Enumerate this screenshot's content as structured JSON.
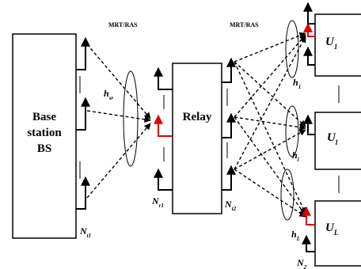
{
  "bs": {
    "line1": "Base",
    "line2": "station",
    "line3": "BS"
  },
  "relay": {
    "label": "Relay"
  },
  "labels": {
    "mrt_left": "MRT/RAS",
    "mrt_right": "MRT/RAS",
    "hsr": "h",
    "hsr_sub": "sr",
    "nt1": "N",
    "nt1_sub": "t1",
    "nr1": "N",
    "nr1_sub": "r1",
    "nt2": "N",
    "nt2_sub": "t2",
    "n2": "N",
    "n2_sub": "2"
  },
  "users": [
    {
      "label": "U",
      "sub": "1",
      "h": "h",
      "h_sub": "1"
    },
    {
      "label": "U",
      "sub": "l",
      "h": "h",
      "h_sub": "l"
    },
    {
      "label": "U",
      "sub": "L",
      "h": "h",
      "h_sub": "L"
    }
  ],
  "colors": {
    "line": "#000000",
    "accent": "#e00000"
  }
}
